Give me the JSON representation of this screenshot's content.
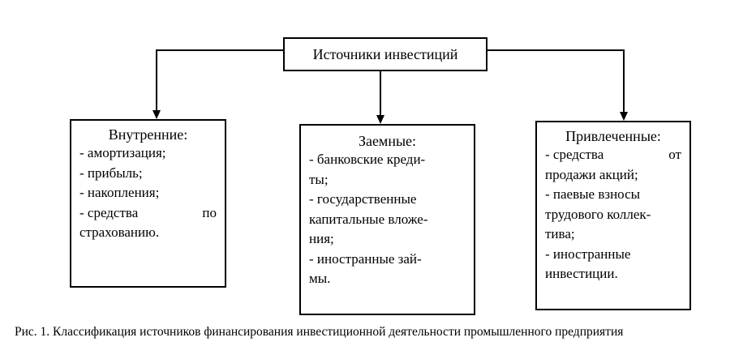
{
  "root": {
    "label": "Источники инвестиций"
  },
  "boxes": {
    "internal": {
      "title": "Внутренние:",
      "lines": [
        "-  амортизация;",
        "-  прибыль;",
        "-  накопления;"
      ],
      "split_line": {
        "left": "-  средства",
        "right": "по"
      },
      "last_line": "страхованию."
    },
    "borrowed": {
      "title": "Заемные:",
      "lines": [
        "-  банковские креди-",
        "ты;",
        "-  государственные",
        "капитальные вложе-",
        "ния;",
        "-  иностранные зай-",
        "мы."
      ]
    },
    "attracted": {
      "title": "Привлеченные:",
      "split_line": {
        "left": "-  средства",
        "right": "от"
      },
      "lines": [
        "продажи акций;",
        "-  паевые взносы",
        "трудового коллек-",
        "тива;",
        "-  иностранные",
        "инвестиции."
      ]
    }
  },
  "caption": "Рис. 1. Классификация источников финансирования инвестиционной деятельности промышленного предприятия"
}
